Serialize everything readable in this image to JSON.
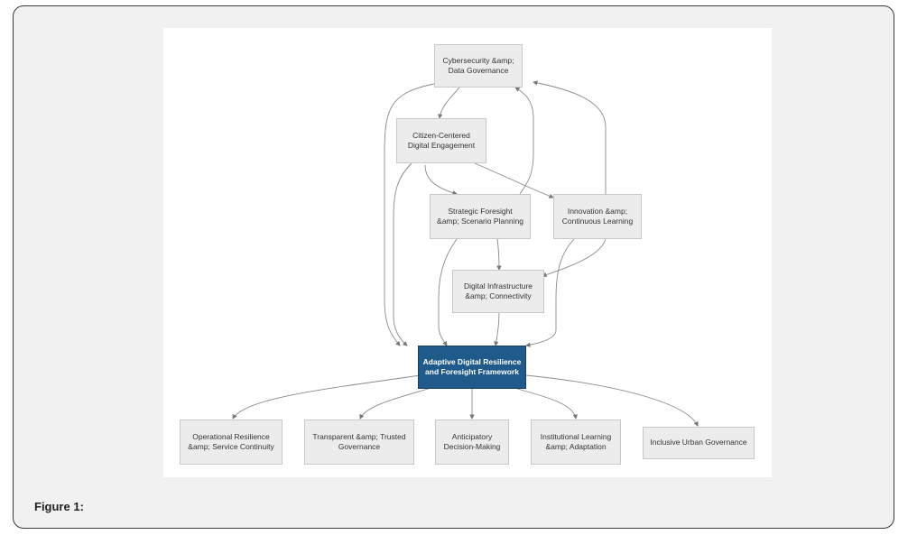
{
  "figure": {
    "caption": "Figure 1:"
  },
  "diagram": {
    "nodes": {
      "cyber": "Cybersecurity &amp;\nData Governance",
      "citizen": "Citizen-Centered\nDigital Engagement",
      "strategic": "Strategic Foresight\n&amp; Scenario Planning",
      "innovation": "Innovation &amp;\nContinuous Learning",
      "infra": "Digital Infrastructure\n&amp; Connectivity",
      "central": "Adaptive Digital Resilience\nand Foresight Framework",
      "operational": "Operational Resilience\n&amp; Service Continuity",
      "transparent": "Transparent &amp; Trusted\nGovernance",
      "anticipatory": "Anticipatory\nDecision-Making",
      "institutional": "Institutional Learning\n&amp; Adaptation",
      "inclusive": "Inclusive Urban Governance"
    }
  }
}
